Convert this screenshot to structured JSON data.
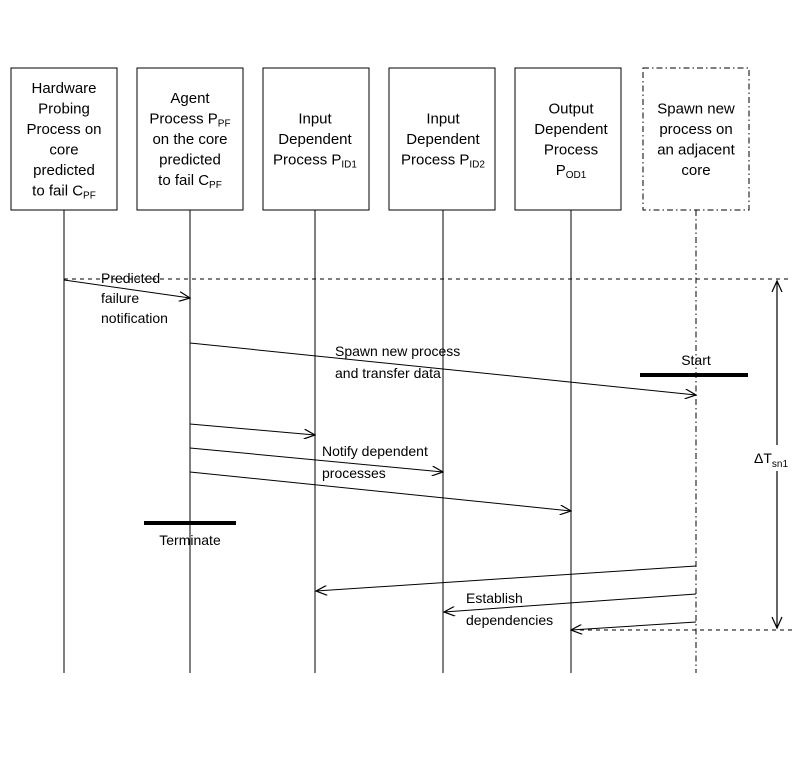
{
  "participants": [
    {
      "id": "cpf",
      "lines": [
        {
          "t": "Hardware"
        },
        {
          "t": "Probing"
        },
        {
          "t": "Process on"
        },
        {
          "t": "core"
        },
        {
          "t": "predicted"
        },
        {
          "t": "to fail C",
          "sub": "PF"
        }
      ],
      "style": "solid"
    },
    {
      "id": "agent",
      "lines": [
        {
          "t": "Agent"
        },
        {
          "t": "Process P",
          "sub": "PF"
        },
        {
          "t": "on the core"
        },
        {
          "t": "predicted"
        },
        {
          "t": "to fail C",
          "sub": "PF"
        }
      ],
      "style": "solid"
    },
    {
      "id": "pid1",
      "lines": [
        {
          "t": "Input"
        },
        {
          "t": "Dependent"
        },
        {
          "t": "Process P",
          "sub": "ID1"
        }
      ],
      "style": "solid"
    },
    {
      "id": "pid2",
      "lines": [
        {
          "t": "Input"
        },
        {
          "t": "Dependent"
        },
        {
          "t": "Process P",
          "sub": "ID2"
        }
      ],
      "style": "solid"
    },
    {
      "id": "pod1",
      "lines": [
        {
          "t": "Output"
        },
        {
          "t": "Dependent"
        },
        {
          "t": "Process"
        },
        {
          "t": "P",
          "sub": "OD1"
        }
      ],
      "style": "solid"
    },
    {
      "id": "spawn",
      "lines": [
        {
          "t": "Spawn new"
        },
        {
          "t": "process on"
        },
        {
          "t": "an adjacent"
        },
        {
          "t": "core"
        }
      ],
      "style": "dashdot"
    }
  ],
  "messages": [
    {
      "from": "cpf",
      "to": "agent",
      "label": [
        "Predicted",
        "failure",
        "notification"
      ]
    },
    {
      "from": "agent",
      "to": "spawn",
      "label": [
        "Spawn new process",
        "and transfer data"
      ]
    },
    {
      "from": "agent",
      "to": "pid1",
      "label": []
    },
    {
      "from": "agent",
      "to": "pid2",
      "label": [
        "Notify dependent",
        "processes"
      ]
    },
    {
      "from": "agent",
      "to": "pod1",
      "label": []
    },
    {
      "from": "spawn",
      "to": "pid1",
      "label": []
    },
    {
      "from": "spawn",
      "to": "pid2",
      "label": [
        "Establish",
        "dependencies"
      ]
    },
    {
      "from": "spawn",
      "to": "pod1",
      "label": []
    }
  ],
  "markers": {
    "start": "Start",
    "terminate": "Terminate"
  },
  "interval": {
    "symbol": "ΔT",
    "sub": "sn1"
  }
}
